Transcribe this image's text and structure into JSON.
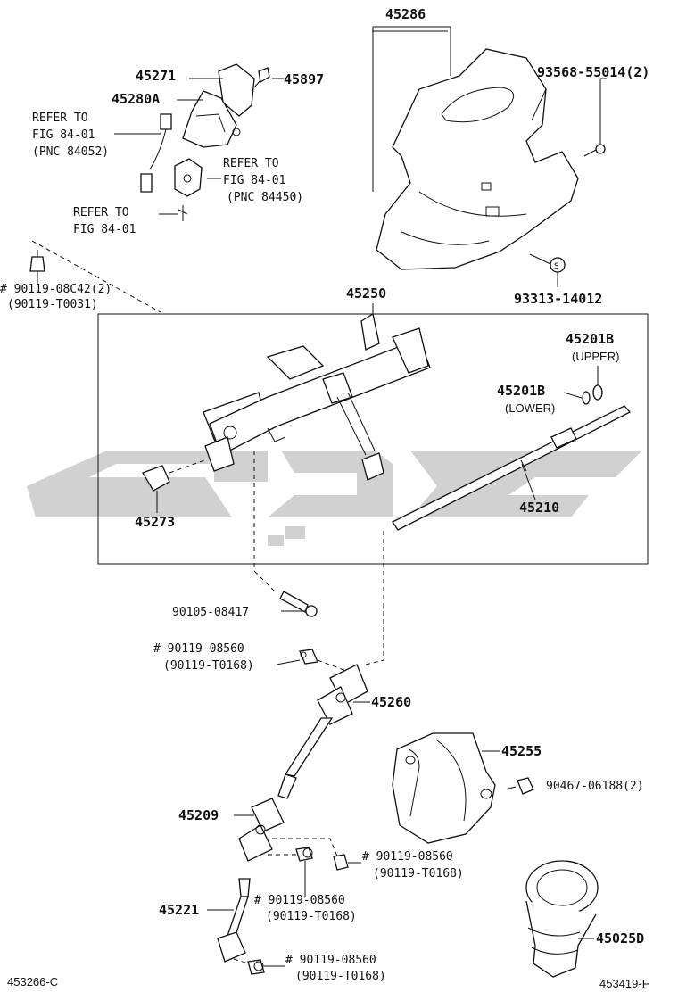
{
  "labels": {
    "p45286": "45286",
    "p93568": "93568-55014(2)",
    "p93313": "93313-14012",
    "p45271": "45271",
    "p45897": "45897",
    "p45280a": "45280A",
    "refer1a": "REFER TO",
    "refer1b": "FIG 84-01",
    "refer1c": "(PNC 84052)",
    "refer2a": "REFER TO",
    "refer2b": "FIG 84-01",
    "refer2c": "(PNC 84450)",
    "refer3a": "REFER TO",
    "refer3b": "FIG 84-01",
    "p90119_08c42": "# 90119-08C42(2)",
    "p90119_t0031": "(90119-T0031)",
    "p45250": "45250",
    "p45201b_upper": "45201B",
    "upper": "(UPPER)",
    "p45201b_lower": "45201B",
    "lower": "(LOWER)",
    "p45273": "45273",
    "p45210": "45210",
    "p90105": "90105-08417",
    "p90119_08560_a": "# 90119-08560",
    "p90119_t0168_a": "(90119-T0168)",
    "p45260": "45260",
    "p45255": "45255",
    "p90467": "90467-06188(2)",
    "p45209": "45209",
    "p90119_08560_b": "# 90119-08560",
    "p90119_t0168_b": "(90119-T0168)",
    "p90119_08560_c": "# 90119-08560",
    "p90119_t0168_c": "(90119-T0168)",
    "p45221": "45221",
    "p90119_08560_d": "# 90119-08560",
    "p90119_t0168_d": "(90119-T0168)",
    "p45025d": "45025D",
    "code_left": "453266-C",
    "code_right": "453419-F"
  },
  "colors": {
    "watermark": "#c9c9c9",
    "ink": "#111111"
  }
}
